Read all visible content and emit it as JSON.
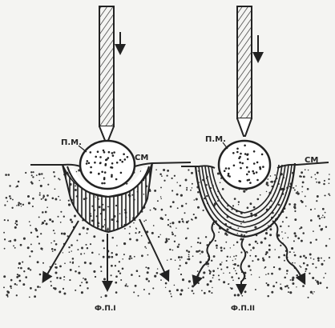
{
  "labels": {
    "left_bubble": "П.М.",
    "right_bubble": "П.М.",
    "left_surface": "СМ",
    "right_surface": "СМ",
    "left_front": "Ф.П.I",
    "right_front": "Ф.П.II"
  },
  "colors": {
    "ink": "#222222",
    "paper": "#f4f4f2"
  }
}
